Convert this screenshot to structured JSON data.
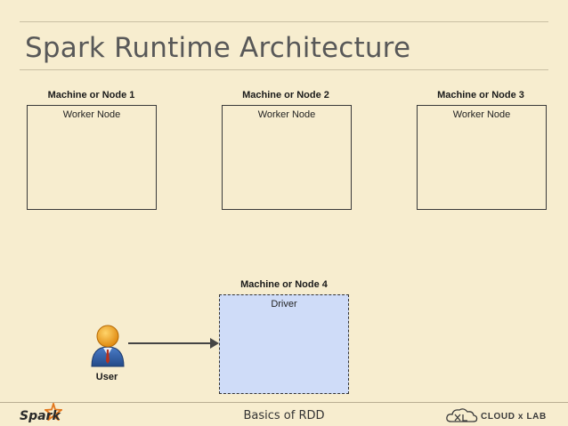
{
  "slide": {
    "title": "Spark Runtime Architecture",
    "footer": "Basics of RDD"
  },
  "nodes": [
    {
      "label": "Machine or Node 1",
      "box": "Worker Node"
    },
    {
      "label": "Machine or Node 2",
      "box": "Worker Node"
    },
    {
      "label": "Machine or Node 3",
      "box": "Worker Node"
    },
    {
      "label": "Machine or Node 4",
      "box": "Driver"
    }
  ],
  "user": {
    "label": "User",
    "icon": "user-icon"
  },
  "branding": {
    "spark": "Spark",
    "lab": "CLOUD x LAB",
    "spark_icon": "spark-star-icon",
    "lab_icon": "cloud-icon"
  },
  "colors": {
    "background": "#f7edcf",
    "driver_fill": "#cfdcf8",
    "user_head": "#f0a520",
    "user_body": "#2f5fa5",
    "spark_star": "#e2761c"
  }
}
